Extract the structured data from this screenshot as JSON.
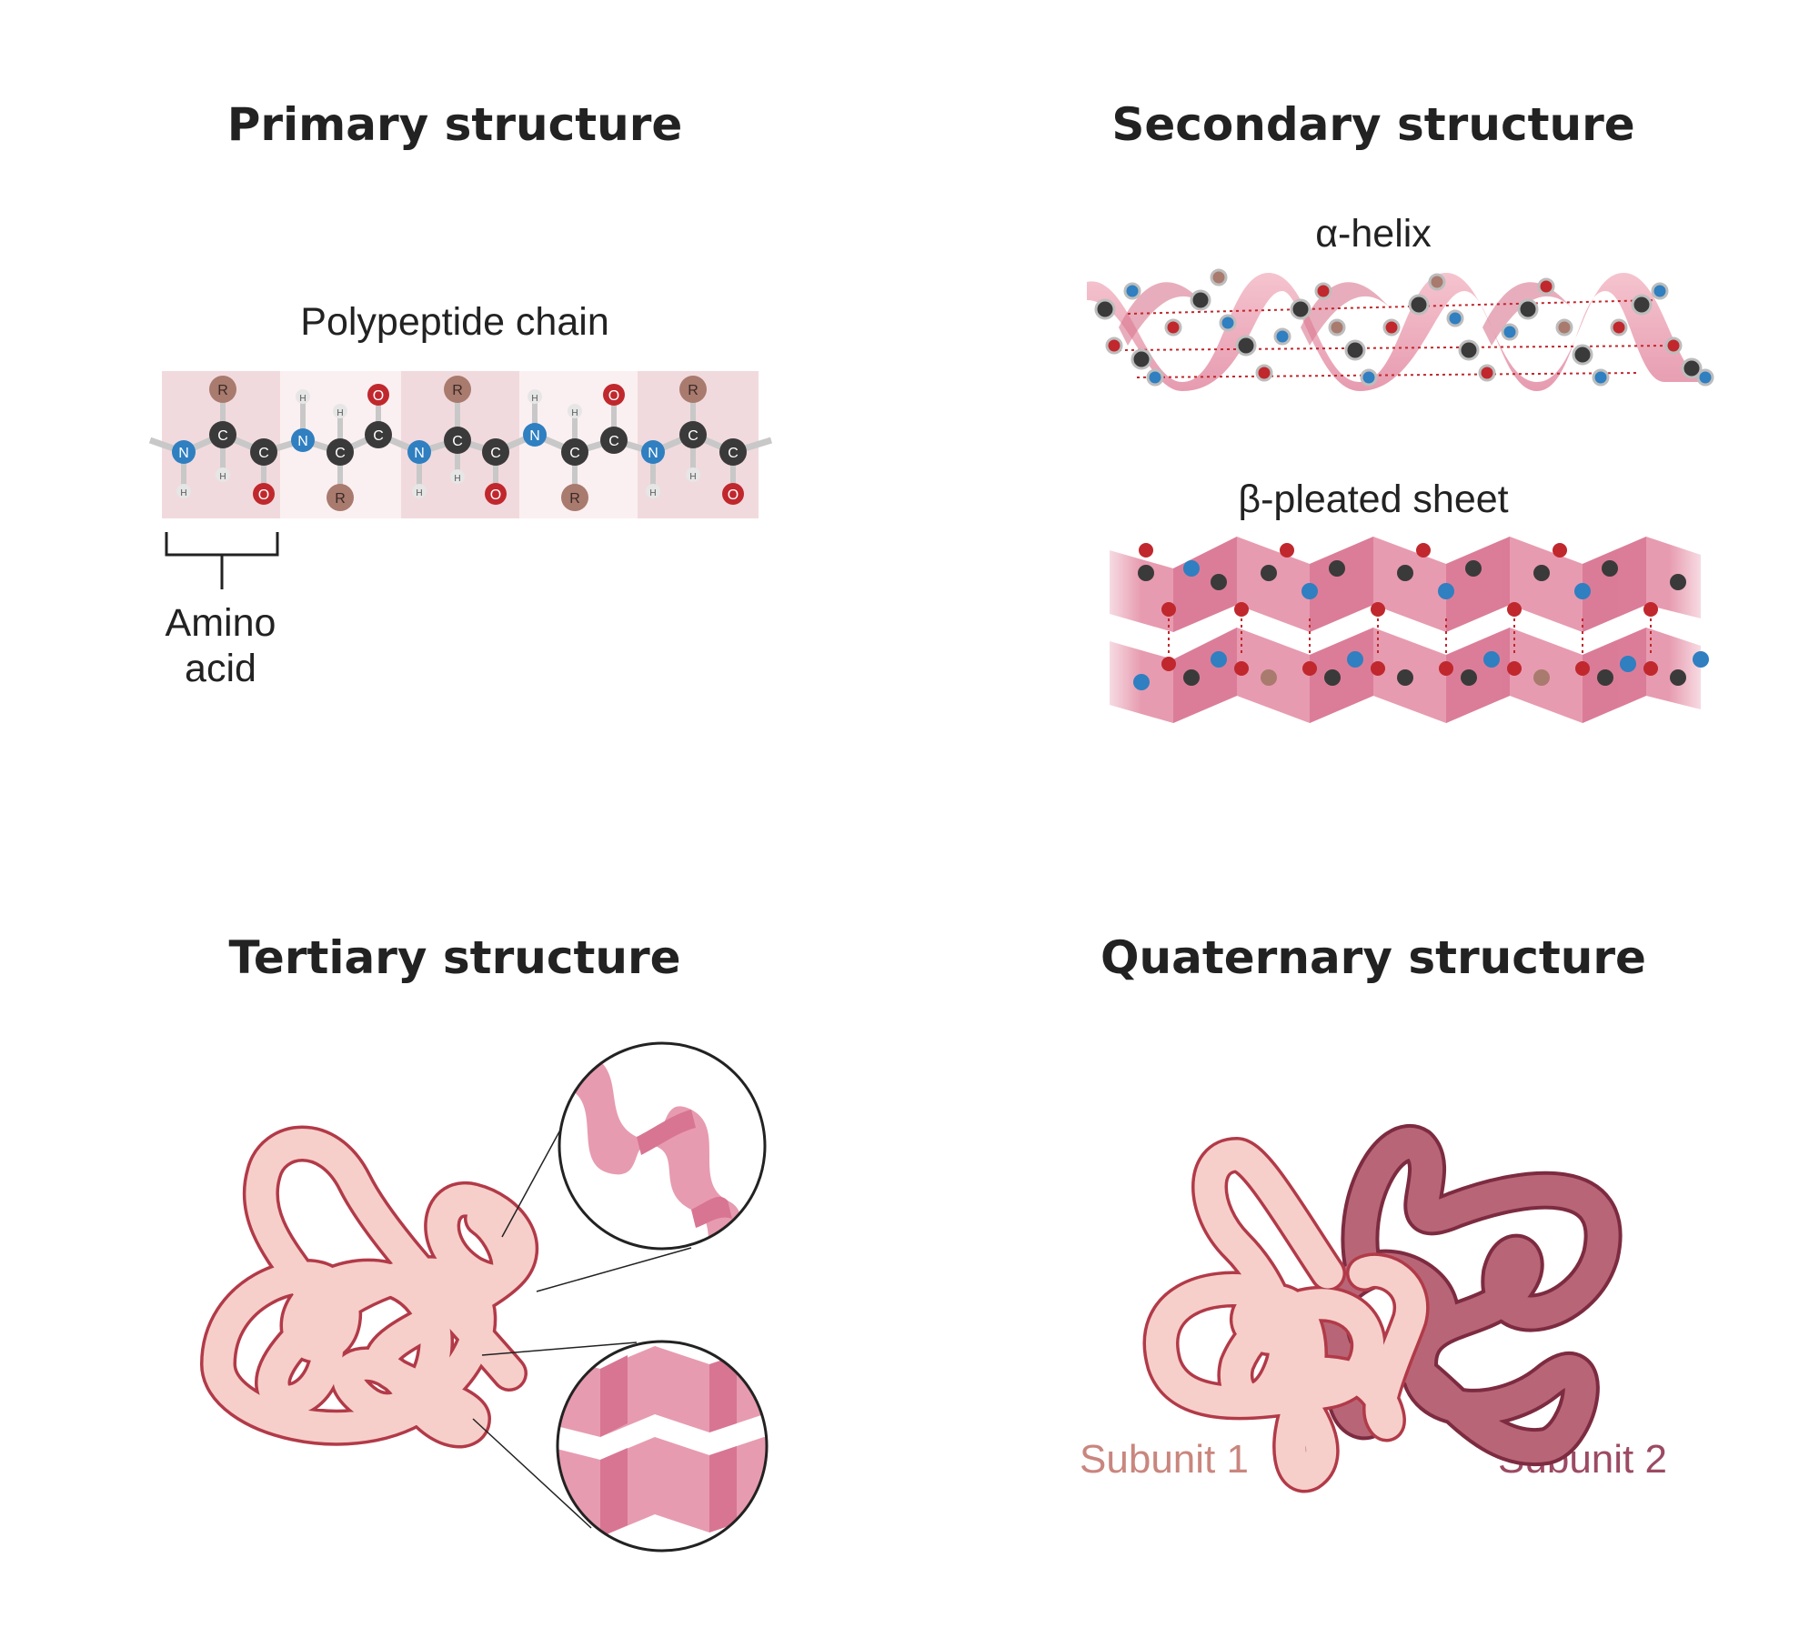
{
  "primary": {
    "title": "Primary structure",
    "chain_label": "Polypeptide chain",
    "amino_label": "Amino acid"
  },
  "secondary": {
    "title": "Secondary structure",
    "helix_label": "α-helix",
    "sheet_label": "β-pleated sheet"
  },
  "tertiary": {
    "title": "Tertiary structure"
  },
  "quaternary": {
    "title": "Quaternary structure",
    "subunit1_label": "Subunit 1",
    "subunit2_label": "Subunit 2"
  },
  "atoms": {
    "nitrogen": "N",
    "carbon": "C",
    "oxygen": "O",
    "hydrogen": "H",
    "side_chain": "R"
  },
  "colors": {
    "nitrogen": "#2f7fc1",
    "carbon": "#3a3a3a",
    "oxygen": "#c0282d",
    "hydrogen": "#e6e6e6",
    "side_chain": "#a97a6e",
    "ribbon_pink": "#e8a0b3",
    "subunit1": "#f5c9c6",
    "subunit2": "#b86677"
  }
}
